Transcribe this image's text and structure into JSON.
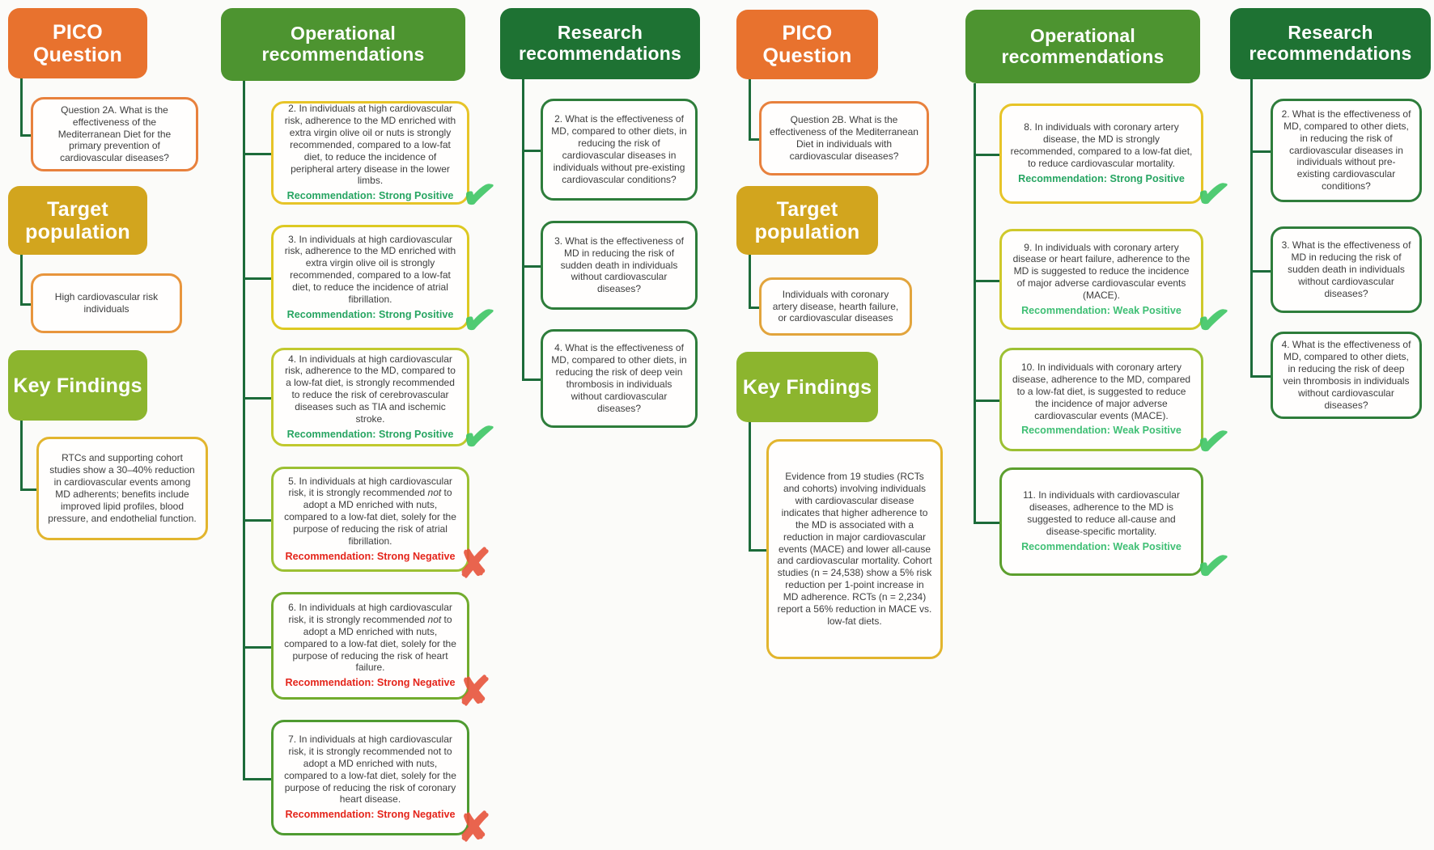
{
  "colors": {
    "pico_header": "#E8722E",
    "target_header": "#D2A51E",
    "key_findings_header": "#8CB52E",
    "operational_header": "#4D9430",
    "research_header": "#1E7233",
    "connector": "#1C6B3A",
    "strong_positive_text": "#27A562",
    "weak_positive_text": "#3FBF74",
    "strong_negative_text": "#E4251B",
    "check_icon": "#42C768",
    "cross_icon": "#E8543C"
  },
  "panels": [
    {
      "id": "pico-2a",
      "groups": [
        {
          "name": "pico-question",
          "header": {
            "label": "PICO Question",
            "type": "orange",
            "size": "big"
          },
          "children": [
            {
              "text": "Question 2A. What is the effectiveness of the Mediterranean Diet for the primary prevention of cardiovascular diseases?",
              "border": "#E8813D"
            }
          ]
        },
        {
          "name": "target-population",
          "header": {
            "label": "Target population",
            "type": "gold",
            "size": "big"
          },
          "children": [
            {
              "text": "High cardiovascular risk individuals",
              "border": "#E8953C"
            }
          ]
        },
        {
          "name": "key-findings",
          "header": {
            "label": "Key Findings",
            "type": "lime",
            "size": "big"
          },
          "children": [
            {
              "text": "RTCs and supporting cohort studies show a 30–40% reduction in cardiovascular events among MD adherents; benefits include improved lipid profiles, blood pressure, and endothelial function.",
              "border": "#E2B52E"
            }
          ]
        }
      ]
    },
    {
      "id": "operational-2a",
      "groups": [
        {
          "name": "operational-recommendations",
          "header": {
            "label": "Operational recommendations",
            "type": "green",
            "size": "mid"
          },
          "children": [
            {
              "text": "2. In individuals at high cardiovascular risk, adherence to the MD enriched with extra virgin olive oil or nuts is strongly recommended, compared to a low-fat diet, to reduce the incidence of peripheral artery disease in the lower limbs.",
              "recommendation": "Recommendation: Strong Positive",
              "rec_type": "strong-positive",
              "mark": "check",
              "border": "#E7C428"
            },
            {
              "text": "3. In individuals at high cardiovascular risk, adherence to the MD enriched with extra virgin olive oil is strongly recommended, compared to a low-fat diet, to reduce the incidence of atrial fibrillation.",
              "recommendation": "Recommendation: Strong Positive",
              "rec_type": "strong-positive",
              "mark": "check",
              "border": "#DDC922"
            },
            {
              "text": "4. In individuals at high cardiovascular risk, adherence to the MD, compared to a low-fat diet, is strongly recommended to reduce the risk of cerebrovascular diseases such as TIA and ischemic stroke.",
              "recommendation": "Recommendation: Strong Positive",
              "rec_type": "strong-positive",
              "mark": "check",
              "border": "#C1C92E"
            },
            {
              "text": "5. In individuals at high cardiovascular risk, it is strongly recommended *not* to adopt a MD enriched with nuts, compared to a low-fat diet, solely for the purpose of reducing the risk of atrial fibrillation.",
              "recommendation": "Recommendation: Strong Negative",
              "rec_type": "strong-negative",
              "mark": "cross",
              "border": "#9CC033"
            },
            {
              "text": "6. In individuals at high cardiovascular risk, it is strongly recommended *not* to adopt a MD enriched with nuts, compared to a low-fat diet, solely for the purpose of reducing the risk of heart failure.",
              "recommendation": "Recommendation: Strong Negative",
              "rec_type": "strong-negative",
              "mark": "cross",
              "border": "#72AC2E"
            },
            {
              "text": "7. In individuals at high cardiovascular risk, it is strongly recommended not to adopt a MD enriched with nuts, compared to a low-fat diet, solely for the purpose of reducing the risk of coronary heart disease.",
              "recommendation": "Recommendation: Strong Negative",
              "rec_type": "strong-negative",
              "mark": "cross",
              "border": "#4F9B31"
            }
          ]
        }
      ]
    },
    {
      "id": "research-2a",
      "groups": [
        {
          "name": "research-recommendations",
          "header": {
            "label": "Research recommendations",
            "type": "darkgreen",
            "size": "mid"
          },
          "children": [
            {
              "text": "2. What is the effectiveness of MD, compared to other diets, in reducing the risk of cardiovascular diseases in individuals without pre-existing cardiovascular conditions?",
              "border": "#2E7D3B"
            },
            {
              "text": "3. What is the effectiveness of MD in reducing the risk of sudden death in individuals without cardiovascular diseases?",
              "border": "#2E7D3B"
            },
            {
              "text": "4. What is the effectiveness of MD, compared to other diets, in reducing the risk of deep vein thrombosis in individuals without cardiovascular diseases?",
              "border": "#2E7D3B"
            }
          ]
        }
      ]
    },
    {
      "id": "pico-2b",
      "groups": [
        {
          "name": "pico-question",
          "header": {
            "label": "PICO Question",
            "type": "orange",
            "size": "big"
          },
          "children": [
            {
              "text": "Question 2B. What is the effectiveness of the Mediterranean Diet in individuals with cardiovascular diseases?",
              "border": "#E8813D"
            }
          ]
        },
        {
          "name": "target-population",
          "header": {
            "label": "Target population",
            "type": "gold",
            "size": "big"
          },
          "children": [
            {
              "text": "Individuals with coronary artery disease, hearth failure, or cardiovascular diseases",
              "border": "#E2A43C"
            }
          ]
        },
        {
          "name": "key-findings",
          "header": {
            "label": "Key Findings",
            "type": "lime",
            "size": "big"
          },
          "children": [
            {
              "text": "Evidence from 19 studies (RCTs and cohorts) involving individuals with cardiovascular disease indicates that higher adherence to the MD is associated with a reduction in major cardiovascular events (MACE) and lower all-cause and cardiovascular mortality. Cohort studies (n = 24,538) show a 5% risk reduction per 1-point increase in MD adherence. RCTs (n = 2,234) report a 56% reduction in MACE vs. low-fat diets.",
              "border": "#E2B52E"
            }
          ]
        }
      ]
    },
    {
      "id": "operational-2b",
      "groups": [
        {
          "name": "operational-recommendations",
          "header": {
            "label": "Operational recommendations",
            "type": "green",
            "size": "mid"
          },
          "children": [
            {
              "text": "8. In individuals with coronary artery disease, the MD is strongly recommended, compared to a low-fat diet, to reduce cardiovascular mortality.",
              "recommendation": "Recommendation: Strong Positive",
              "rec_type": "strong-positive",
              "mark": "check",
              "border": "#E7C428"
            },
            {
              "text": "9. In individuals with coronary artery disease or heart failure, adherence to the MD is suggested to reduce the incidence of major adverse cardiovascular events (MACE).",
              "recommendation": "Recommendation: Weak Positive",
              "rec_type": "weak-positive",
              "mark": "check",
              "border": "#CFC92B"
            },
            {
              "text": "10. In individuals with coronary artery disease, adherence to the MD, compared to a low-fat diet, is suggested to reduce the incidence of major adverse cardiovascular events (MACE).",
              "recommendation": "Recommendation: Weak Positive",
              "rec_type": "weak-positive",
              "mark": "check",
              "border": "#9CC033"
            },
            {
              "text": "11. In individuals with cardiovascular diseases, adherence to the MD is suggested to reduce all-cause and disease-specific mortality.",
              "recommendation": "Recommendation: Weak Positive",
              "rec_type": "weak-positive",
              "mark": "check",
              "border": "#5C9F2E"
            }
          ]
        }
      ]
    },
    {
      "id": "research-2b",
      "groups": [
        {
          "name": "research-recommendations",
          "header": {
            "label": "Research recommendations",
            "type": "darkgreen",
            "size": "mid"
          },
          "children": [
            {
              "text": "2. What is the effectiveness of MD, compared to other diets, in reducing the risk of cardiovascular diseases in individuals without pre-existing cardiovascular conditions?",
              "border": "#2E7D3B"
            },
            {
              "text": "3. What is the effectiveness of MD in reducing the risk of sudden death in individuals without cardiovascular diseases?",
              "border": "#2E7D3B"
            },
            {
              "text": "4. What is the effectiveness of MD, compared to other diets, in reducing the risk of deep vein thrombosis in individuals without cardiovascular diseases?",
              "border": "#2E7D3B"
            }
          ]
        }
      ]
    }
  ]
}
